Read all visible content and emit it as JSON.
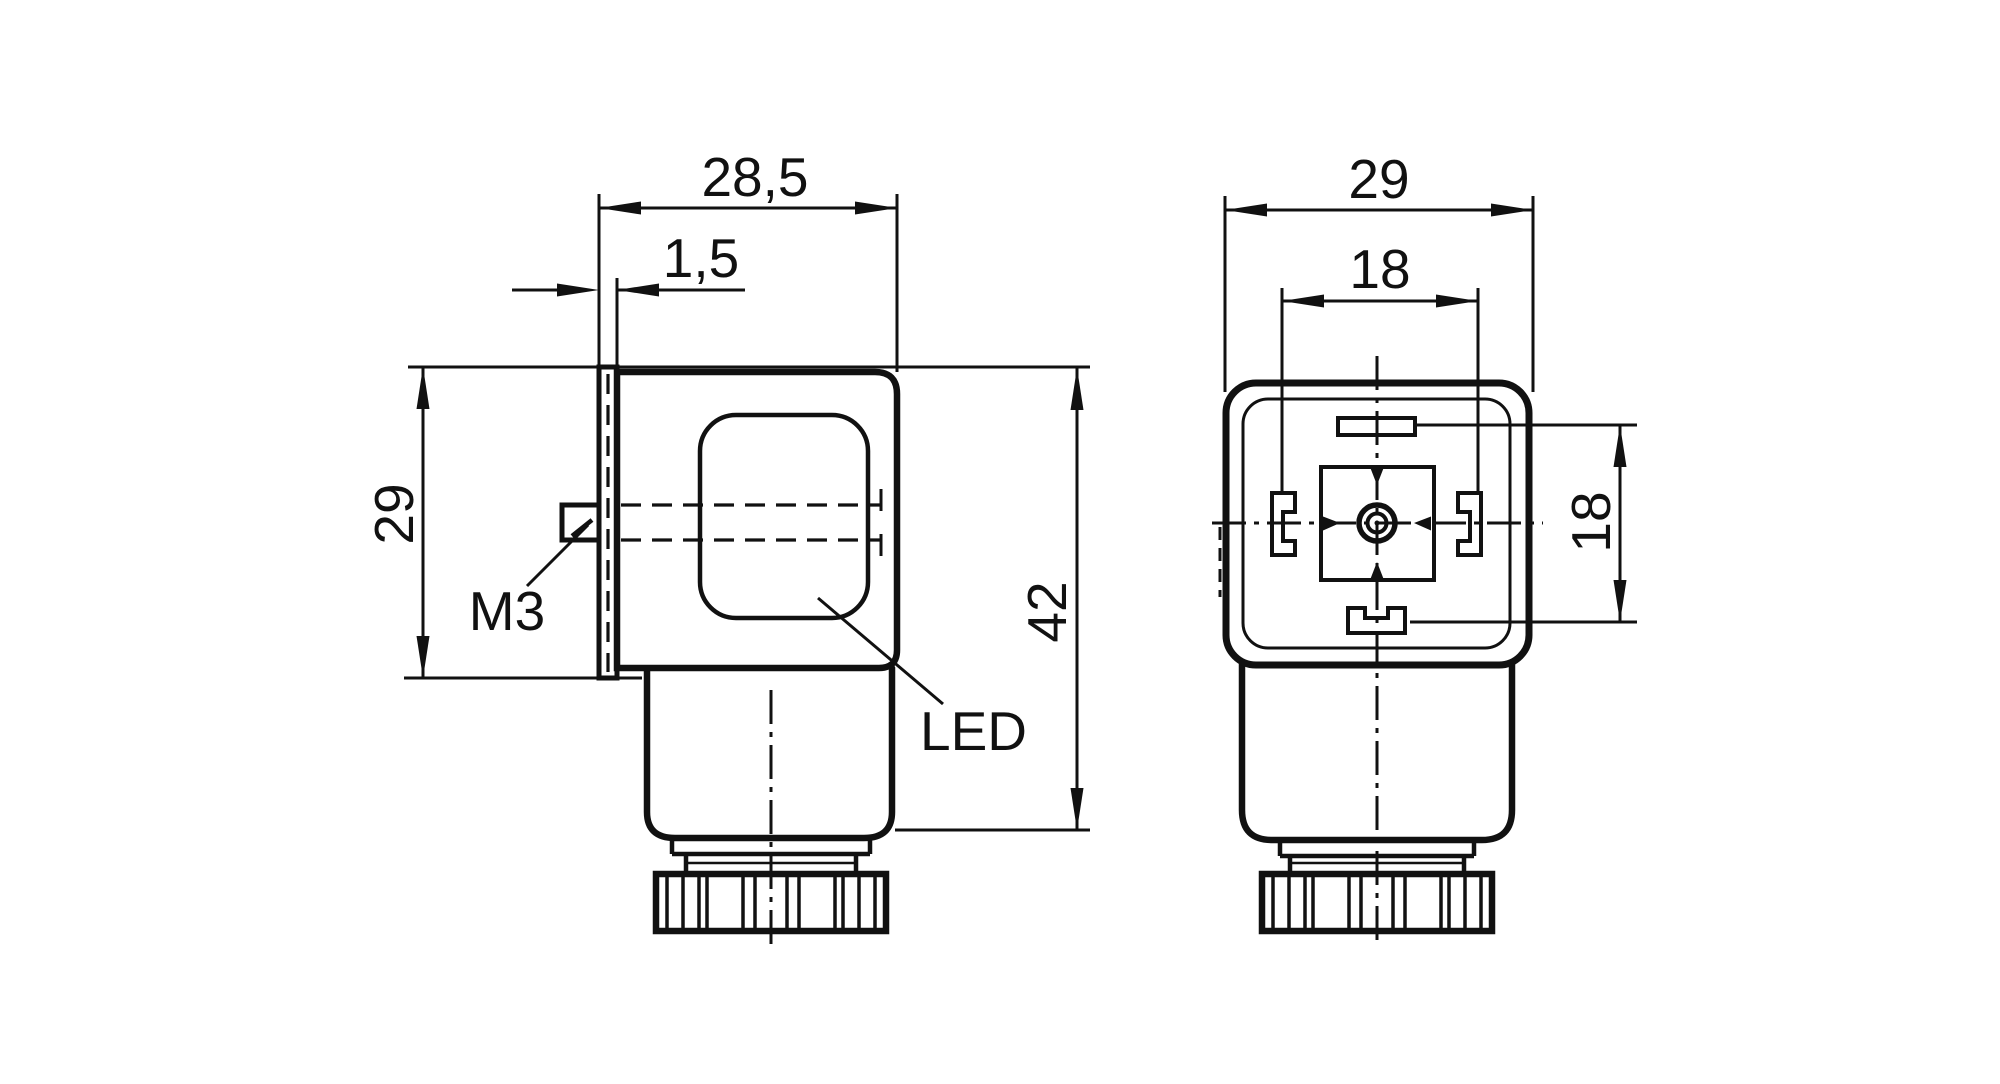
{
  "page": {
    "background": "#ffffff",
    "line_color": "#111111",
    "drawing_type": "connector dimensional drawing, two views"
  },
  "side_view": {
    "dim_width": "28,5",
    "dim_plate_thickness": "1,5",
    "dim_body_height": "29",
    "dim_total_height": "42",
    "label_thread": "M3",
    "label_led": "LED"
  },
  "front_view": {
    "dim_width": "29",
    "dim_contact_spacing_top": "18",
    "dim_contact_spacing_side": "18"
  }
}
